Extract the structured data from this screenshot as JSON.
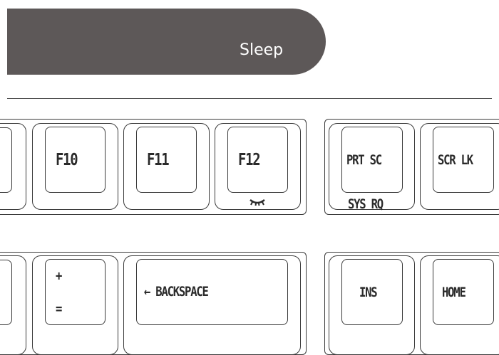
{
  "banner": {
    "label": "Sleep",
    "color": "#5d5858"
  },
  "keys": {
    "f10": "F10",
    "f11": "F11",
    "f12": "F12",
    "prtsc": "PRT SC",
    "sysrq": "SYS RQ",
    "scrlk": "SCR LK",
    "plus": "+",
    "equals": "=",
    "backspace": "← BACKSPACE",
    "ins": "INS",
    "home": "HOME"
  },
  "icons": {
    "f12_secondary": "sleep-closed-eye-icon"
  }
}
